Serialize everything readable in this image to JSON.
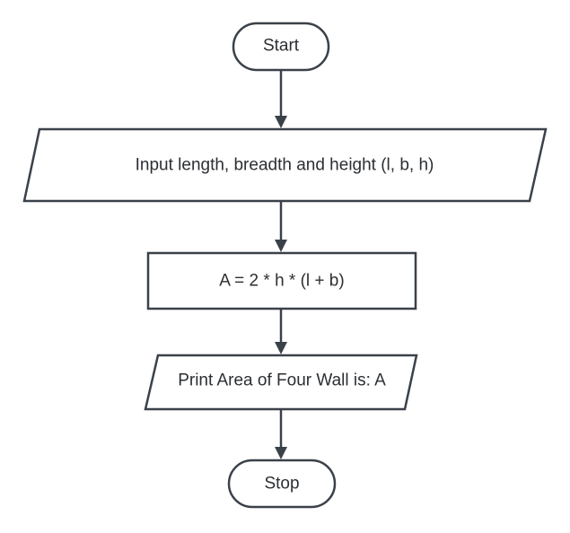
{
  "flowchart": {
    "start": "Start",
    "input": "Input  length, breadth and height (l, b, h)",
    "process": "A = 2 * h * (l + b)",
    "output": "Print Area of Four Wall is: A",
    "stop": "Stop"
  }
}
